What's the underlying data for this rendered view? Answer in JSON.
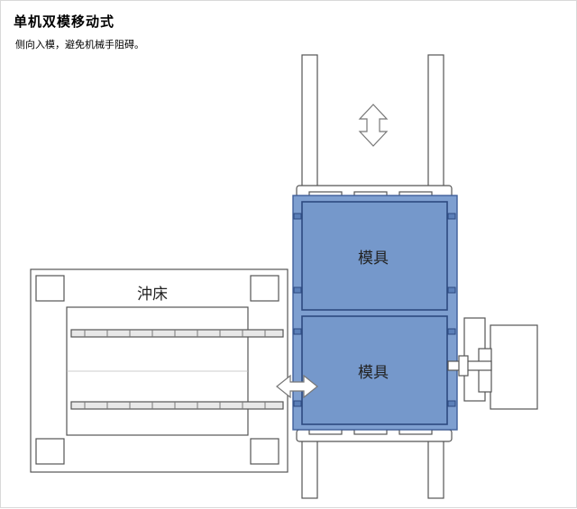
{
  "header": {
    "title": "单机双模移动式",
    "subtitle": "侧向入模，避免机械手阻碍。"
  },
  "diagram": {
    "press_label": "沖床",
    "mold_top_label": "模具",
    "mold_bottom_label": "模具",
    "colors": {
      "mold_fill": "#7598cb",
      "mold_border": "#3f5f99",
      "line": "#555555"
    },
    "icons": [
      "vertical-double-arrow",
      "horizontal-double-arrow"
    ]
  }
}
